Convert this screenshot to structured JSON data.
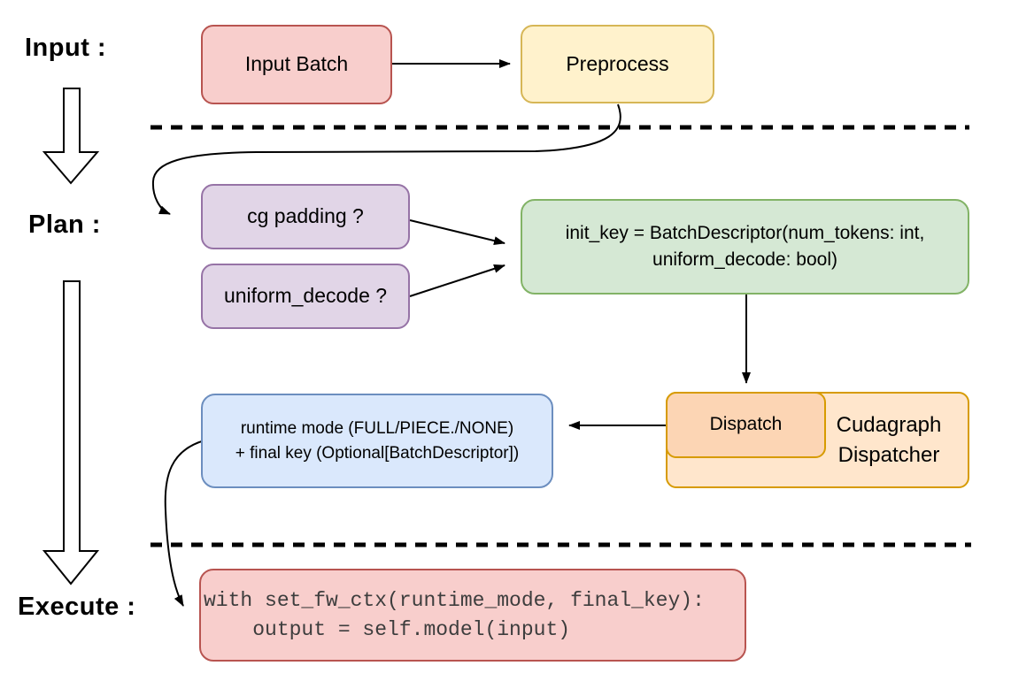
{
  "stage_labels": {
    "input": "Input :",
    "plan": "Plan :",
    "execute": "Execute :"
  },
  "nodes": {
    "input_batch": {
      "label": "Input Batch"
    },
    "preprocess": {
      "label": "Preprocess"
    },
    "cg_padding": {
      "label": "cg padding ?"
    },
    "uniform_decode": {
      "label": "uniform_decode ?"
    },
    "init_key": {
      "line1": "init_key = BatchDescriptor(num_tokens: int,",
      "line2": "uniform_decode: bool)"
    },
    "dispatch": {
      "label": "Dispatch"
    },
    "cudagraph_dispatcher": {
      "label": "Cudagraph Dispatcher"
    },
    "runtime_result": {
      "line1": "runtime mode (FULL/PIECE./NONE)",
      "line2": "+ final key (Optional[BatchDescriptor])"
    },
    "execute_code": {
      "line1": "with set_fw_ctx(runtime_mode, final_key):",
      "line2": "    output = self.model(input)"
    }
  },
  "colors": {
    "input_batch_fill": "#f8cecc",
    "input_batch_stroke": "#b85450",
    "preprocess_fill": "#fff2cc",
    "preprocess_stroke": "#d6b656",
    "plan_question_fill": "#e1d5e7",
    "plan_question_stroke": "#9673a6",
    "init_key_fill": "#d5e8d4",
    "init_key_stroke": "#82b366",
    "dispatch_fill": "#fcd5b4",
    "dispatcher_fill": "#ffe6cc",
    "dispatcher_stroke": "#d79b00",
    "runtime_fill": "#dae8fc",
    "runtime_stroke": "#6c8ebf",
    "execute_fill": "#f8cecc",
    "execute_stroke": "#b85450",
    "edge": "#000000",
    "stage_text": "#000000"
  }
}
